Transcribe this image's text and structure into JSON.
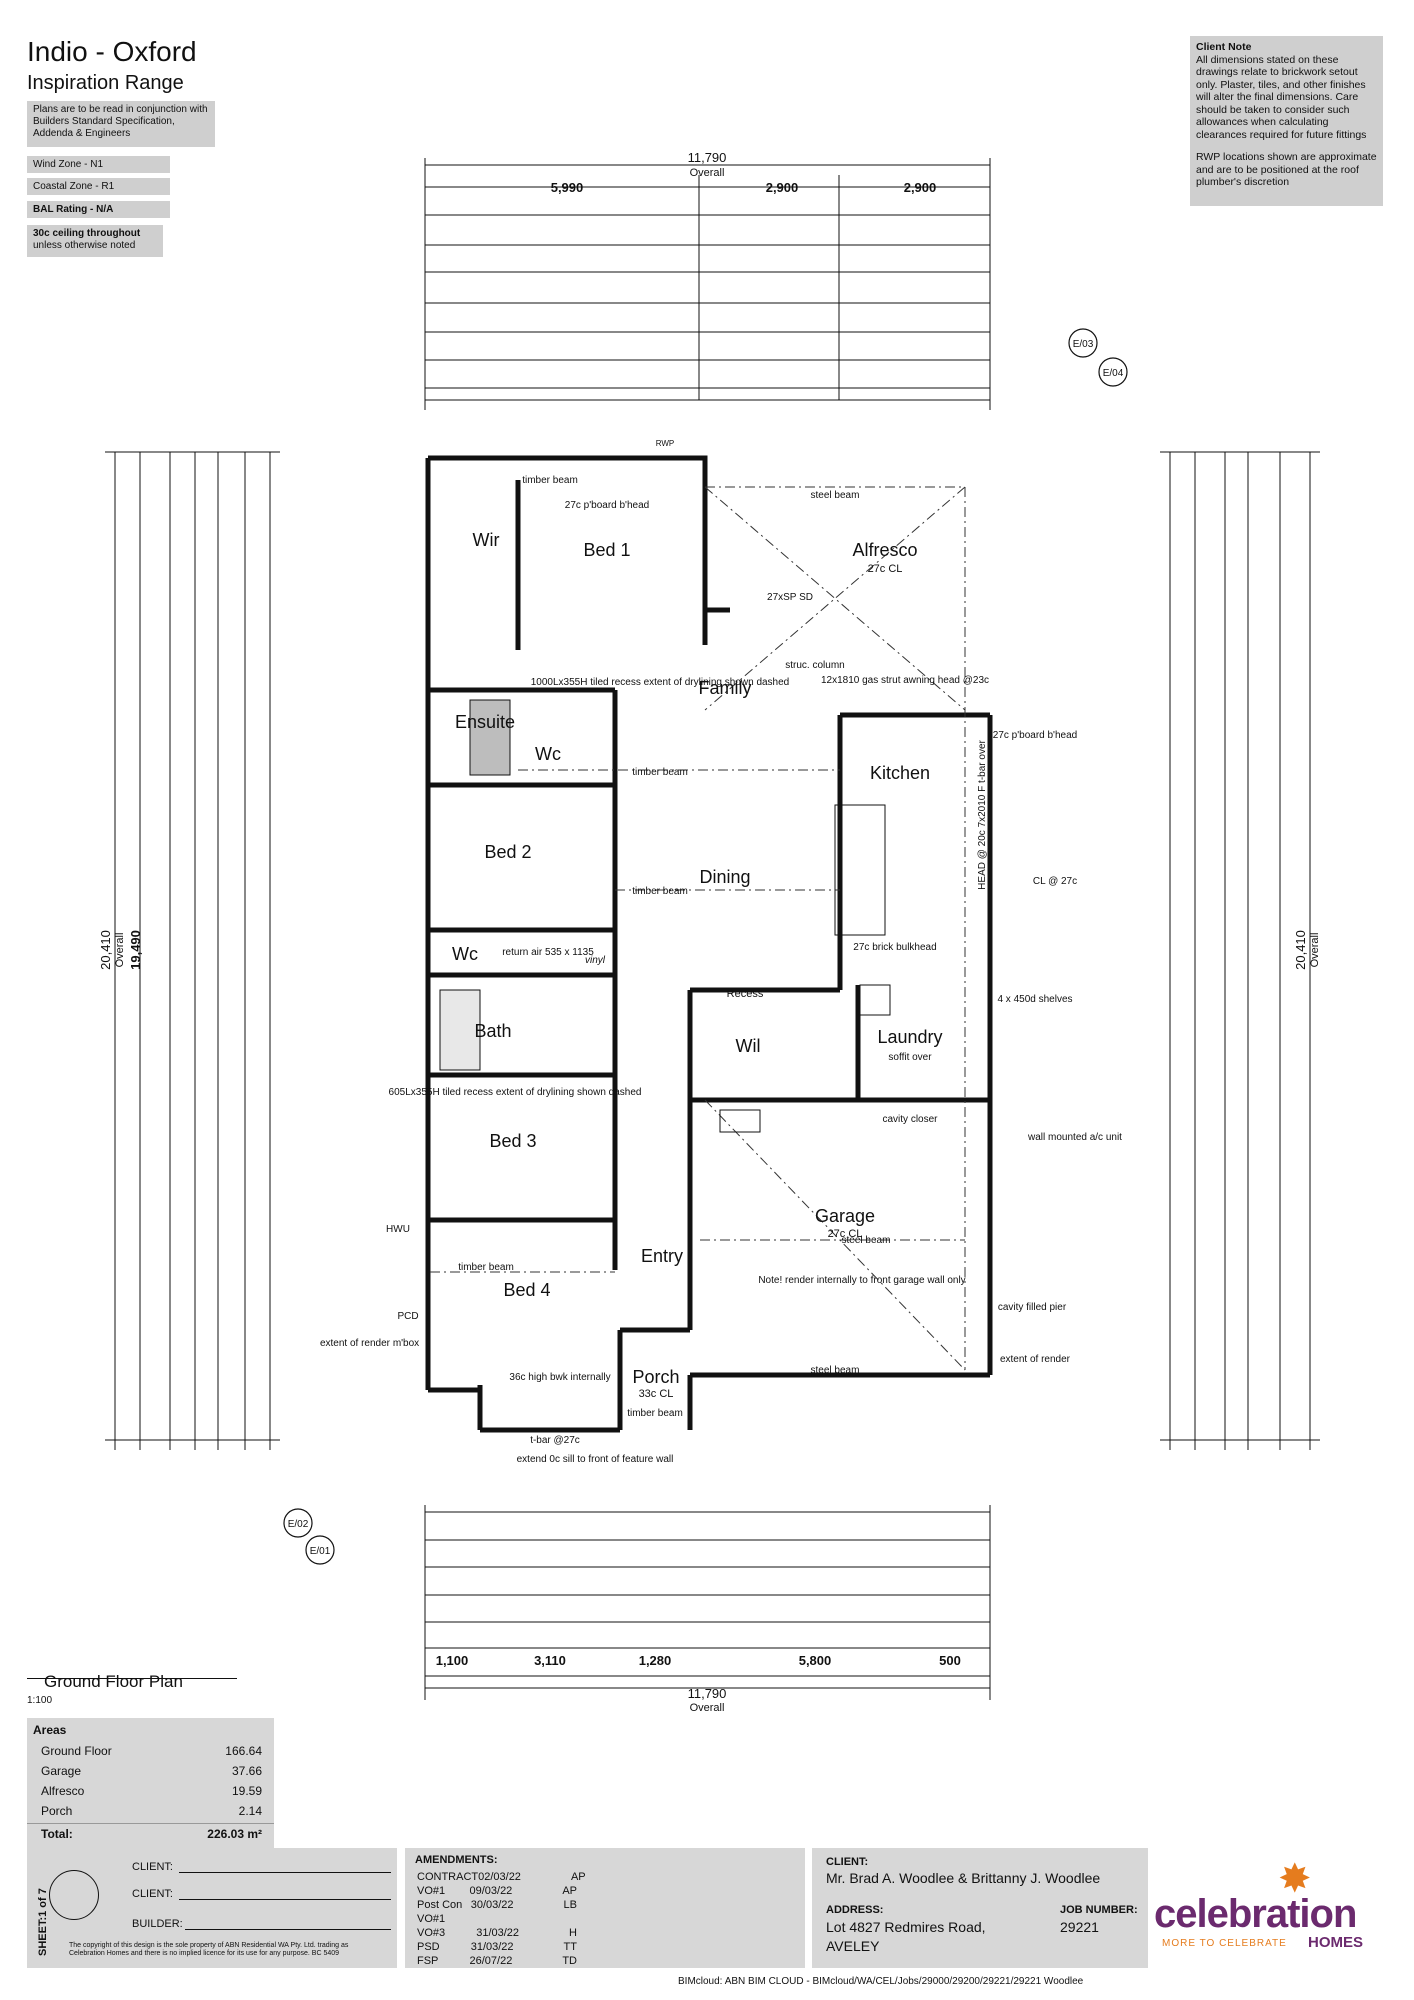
{
  "header": {
    "title": "Indio - Oxford",
    "subtitle": "Inspiration Range",
    "read_note": "Plans are to be read in conjunction with Builders Standard Specification, Addenda & Engineers",
    "wind_zone": "Wind Zone - N1",
    "coastal_zone": "Coastal Zone - R1",
    "bal_rating": "BAL Rating - N/A",
    "ceiling_bold": "30c ceiling throughout",
    "ceiling_rest": "unless otherwise noted"
  },
  "client_note": {
    "heading": "Client Note",
    "text1": "All dimensions stated on these drawings relate to brickwork setout only. Plaster, tiles, and other finishes will alter the final dimensions. Care should be taken to consider such allowances when calculating clearances required for future fittings",
    "text2": "RWP locations shown are approximate and are to be positioned at the roof plumber's discretion"
  },
  "plan": {
    "overall_width": "11,790",
    "overall_label": "Overall",
    "overall_depth": "20,410",
    "depth_19490": "19,490",
    "top_segments": [
      "5,990",
      "2,900",
      "2,900"
    ],
    "bottom_segments": [
      "1,100",
      "3,110",
      "1,280",
      "5,800",
      "500"
    ],
    "rooms": {
      "wir": "Wir",
      "bed1": "Bed 1",
      "alfresco": "Alfresco",
      "alfresco_cl": "27c CL",
      "family": "Family",
      "ensuite": "Ensuite",
      "wc": "Wc",
      "kitchen": "Kitchen",
      "bed2": "Bed 2",
      "dining": "Dining",
      "wc2": "Wc",
      "bath": "Bath",
      "recess": "Recess",
      "wil": "Wil",
      "laundry": "Laundry",
      "bed3": "Bed 3",
      "garage": "Garage",
      "garage_cl": "27c CL",
      "entry": "Entry",
      "bed4": "Bed 4",
      "porch": "Porch",
      "porch_cl": "33c CL"
    },
    "notes": {
      "timber_beam": "timber beam",
      "steel_beam": "steel beam",
      "pboard": "27c p'board b'head",
      "sd": "27xSP SD",
      "struc_column": "struc. column",
      "gas_strut": "12x1810 gas strut awning head @23c",
      "tiled_recess1": "1000Lx355H tiled recess extent of drylining shown dashed",
      "tiled_recess2": "605Lx355H tiled recess extent of drylining shown dashed",
      "return_air": "return air 535 x 1135",
      "vinyl": "vinyl",
      "brick_bulkhead": "27c brick bulkhead",
      "shelves": "4 x 450d shelves",
      "soffit_over": "soffit over",
      "cavity_closer": "cavity closer",
      "wall_ac": "wall mounted a/c unit",
      "render_note": "Note! render internally to front garage wall only",
      "cavity_pier": "cavity filled pier",
      "extent_render": "extent of render",
      "bwk": "36c high bwk internally",
      "tbar": "t-bar @27c",
      "sill": "extend 0c sill to front of feature wall",
      "cl27": "CL @ 27c",
      "pboard2": "27c p'board b'head",
      "head20": "HEAD @ 20c 7x2010 F t-bar over",
      "hwu": "HWU",
      "pcd": "PCD",
      "mbox": "m'box",
      "rwp": "RWP",
      "e01": "E/01",
      "e02": "E/02",
      "e03": "E/03",
      "e04": "E/04"
    }
  },
  "drawing_title": "Ground Floor Plan",
  "scale": "1:100",
  "areas": {
    "heading": "Areas",
    "rows": [
      {
        "name": "Ground Floor",
        "value": "166.64"
      },
      {
        "name": "Garage",
        "value": "37.66"
      },
      {
        "name": "Alfresco",
        "value": "19.59"
      },
      {
        "name": "Porch",
        "value": "2.14"
      }
    ],
    "total_label": "Total:",
    "total_value": "226.03 m²"
  },
  "title_block": {
    "sheet": "SHEET:1 of 7",
    "client1": "CLIENT:",
    "client2": "CLIENT:",
    "builder": "BUILDER:",
    "copyright": "The copyright of this design is the sole property of ABN Residential WA Pty. Ltd. trading as Celebration Homes and there is no implied licence for its use for any purpose. BC 5409",
    "amendments_heading": "AMENDMENTS:",
    "amendments": [
      {
        "item": "CONTRACT",
        "date": "02/03/22",
        "by": "AP"
      },
      {
        "item": "VO#1",
        "date": "09/03/22",
        "by": "AP"
      },
      {
        "item": "Post Con VO#1",
        "date": "30/03/22",
        "by": "LB"
      },
      {
        "item": "VO#3",
        "date": "31/03/22",
        "by": "H"
      },
      {
        "item": "PSD",
        "date": "31/03/22",
        "by": "TT"
      },
      {
        "item": "FSP",
        "date": "26/07/22",
        "by": "TD"
      }
    ],
    "client_heading": "CLIENT:",
    "client_name": "Mr. Brad A. Woodlee & Brittanny J. Woodlee",
    "address_heading": "ADDRESS:",
    "address_line1": "Lot  4827 Redmires Road,",
    "address_line2": "AVELEY",
    "job_heading": "JOB NUMBER:",
    "job_number": "29221",
    "logo": "celebration",
    "logo_tag": "MORE TO CELEBRATE",
    "logo_homes": "HOMES",
    "footer_path": "BIMcloud: ABN BIM CLOUD - BIMcloud/WA/CEL/Jobs/29000/29200/29221/29221 Woodlee"
  }
}
